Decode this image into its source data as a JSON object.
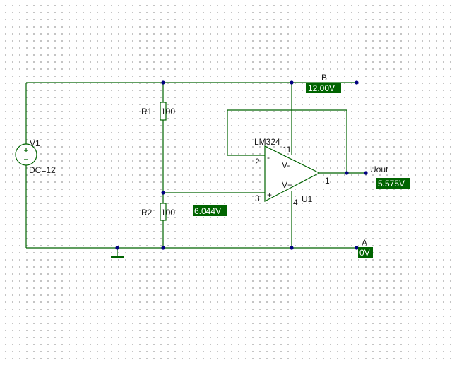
{
  "labels": {
    "v1_name": "V1",
    "v1_value": "DC=12",
    "r1_name": "R1",
    "r1_value": "100",
    "r2_name": "R2",
    "r2_value": "100",
    "opamp_part": "LM324",
    "opamp_name": "U1",
    "pin_inv": "2",
    "pin_noninv": "3",
    "pin_out": "1",
    "pin_vneg": "11",
    "pin_vpos": "4",
    "vminus": "V-",
    "vplus": "V+",
    "minus_sign": "-",
    "plus_sign": "+",
    "node_b": "B",
    "node_a": "A",
    "uout": "Uout"
  },
  "voltages": {
    "node_b": "12.00V",
    "node_a": "0V",
    "divider": "6.044V",
    "uout": "5.575V"
  },
  "colors": {
    "wire": "#006400",
    "component": "#006400",
    "node": "#000080",
    "tag_bg": "#006400",
    "tag_text": "#ffffff",
    "grid_dot": "#b4b4b4"
  }
}
